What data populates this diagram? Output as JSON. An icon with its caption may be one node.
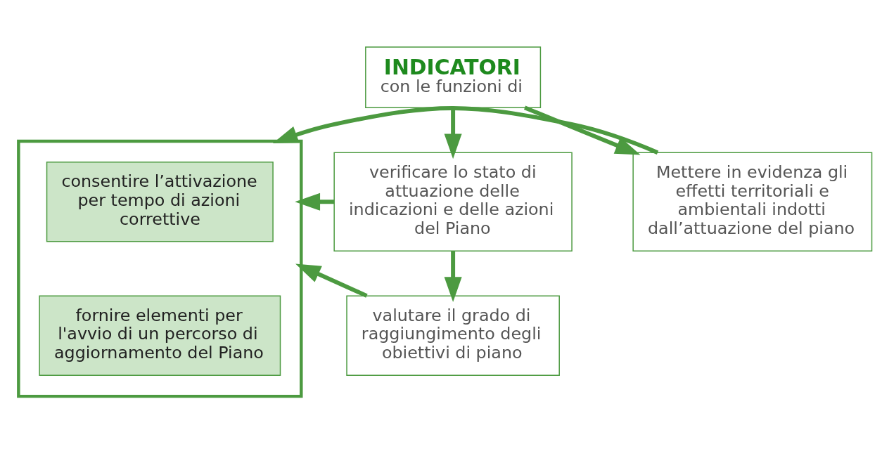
{
  "diagram": {
    "nodes": [
      {
        "text": [
          "INDICATORI",
          "con le funzioni di"
        ]
      },
      {
        "text": [
          "verificare lo stato di attuazione delle indicazioni e delle azioni del Piano"
        ]
      },
      {
        "text": [
          "Mettere in evidenza gli effetti territoriali e ambientali indotti dall’attuazione del piano"
        ]
      },
      {
        "text": [
          "valutare il grado di raggiungimento degli obiettivi di piano"
        ]
      },
      {
        "text": [],
        "shape": "box"
      },
      {
        "text": [
          "consentire l’attivazione per tempo di azioni correttive"
        ],
        "in": 4
      },
      {
        "text": [
          "fornire elementi per l'avvio di un percorso di aggiornamento del Piano"
        ],
        "in": 4
      }
    ],
    "edges": [
      {
        "from": 0,
        "to": 1,
        "arrow": "to"
      },
      {
        "from": 0,
        "to": 2,
        "arrow": "to"
      },
      {
        "from": 1,
        "to": 3,
        "arrow": "to"
      },
      {
        "from": 1,
        "to": 4,
        "arrow": "to"
      },
      {
        "from": 2,
        "to": 4,
        "arrow": "to"
      },
      {
        "from": 3,
        "to": 4,
        "arrow": "to"
      }
    ]
  }
}
